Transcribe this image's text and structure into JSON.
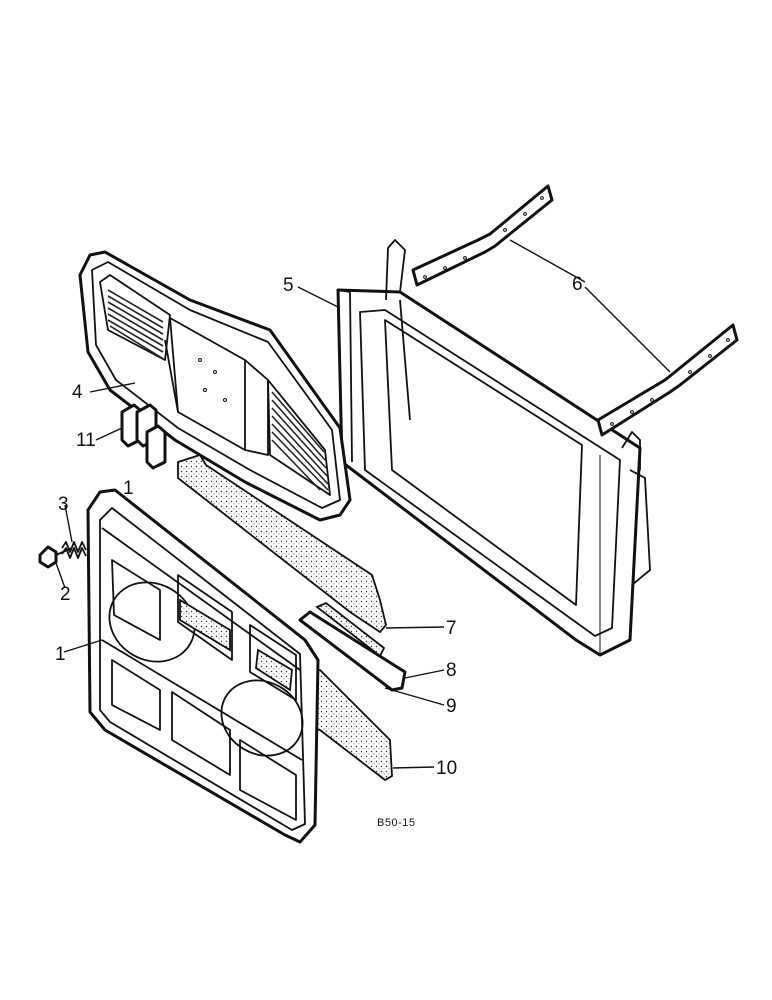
{
  "callouts": {
    "c1": "1",
    "c2": "2",
    "c3": "3",
    "c4": "4",
    "c5": "5",
    "c6": "6",
    "c7": "7",
    "c8": "8",
    "c9": "9",
    "c10": "10",
    "c11": "11"
  },
  "drawing_code": "B50-15",
  "colors": {
    "ink": "#111111",
    "paper": "#ffffff"
  }
}
